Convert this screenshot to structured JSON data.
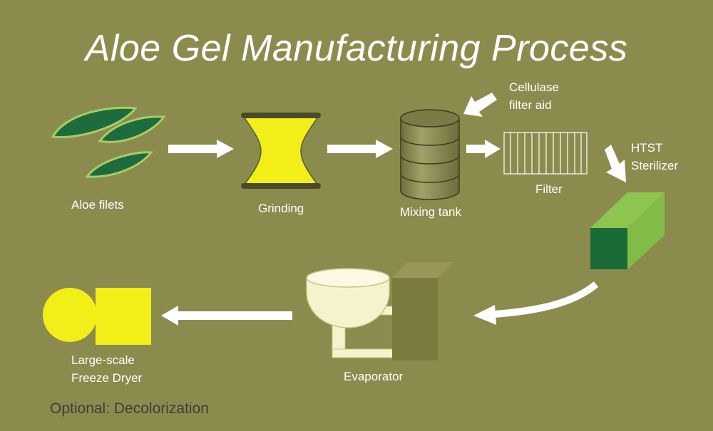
{
  "title": "Aloe Gel Manufacturing Process",
  "colors": {
    "background": "#8c8b4e",
    "leaf": "#1e6b3e",
    "grinder": "#f2ee18",
    "sterilizer_front": "#1a6b36",
    "sterilizer_side": "#8ec450",
    "dryer": "#f2ee18",
    "arrow": "#ffffff",
    "footnote": "#3a3f3a"
  },
  "steps": {
    "aloe_filets": "Aloe filets",
    "grinding": "Grinding",
    "mixing_tank": "Mixing tank",
    "filter": "Filter",
    "sterilizer_line1": "HTST",
    "sterilizer_line2": "Sterilizer",
    "evaporator": "Evaporator",
    "dryer_line1": "Large-scale",
    "dryer_line2": "Freeze Dryer"
  },
  "additive": {
    "line1": "Cellulase",
    "line2": "filter aid"
  },
  "footnote": "Optional: Decolorization"
}
